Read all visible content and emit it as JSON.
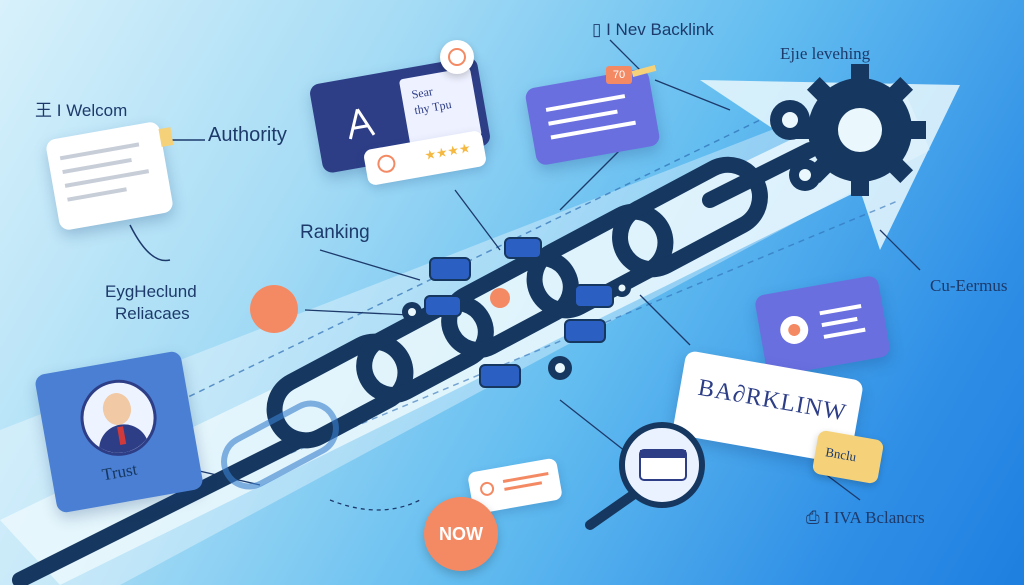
{
  "labels": {
    "welcome": "Welcom",
    "welcome_prefix": "王 I",
    "authority": "Authority",
    "ranking": "Ranking",
    "eyg_line1": "EygHeclund",
    "eyg_line2": "Reliacaes",
    "trust": "Trust",
    "new_backlink": "Nev Backlink",
    "new_backlink_prefix": "▯ I",
    "leveling": "Ejıe levehing",
    "cuermus": "Cu-Eermus",
    "iva": "IVA Bclancrs",
    "iva_prefix": "⎙ I"
  },
  "search_card": {
    "line1": "Sear",
    "line2": "thy Tpu",
    "stars": "★★★★"
  },
  "badge_70": "70",
  "backlink_card": {
    "title": "BA∂RKLINW",
    "tag": "Bnclu"
  },
  "now_button": "NOW",
  "colors": {
    "chain": "#16375f",
    "accent_orange": "#f48a64",
    "card_purple": "#6a6fe0",
    "card_navy": "#2d3e87",
    "tag_yellow": "#f5d27a"
  },
  "icons": [
    "gear-icon",
    "magnifier-icon",
    "pdf-icon",
    "avatar",
    "chain-link"
  ]
}
